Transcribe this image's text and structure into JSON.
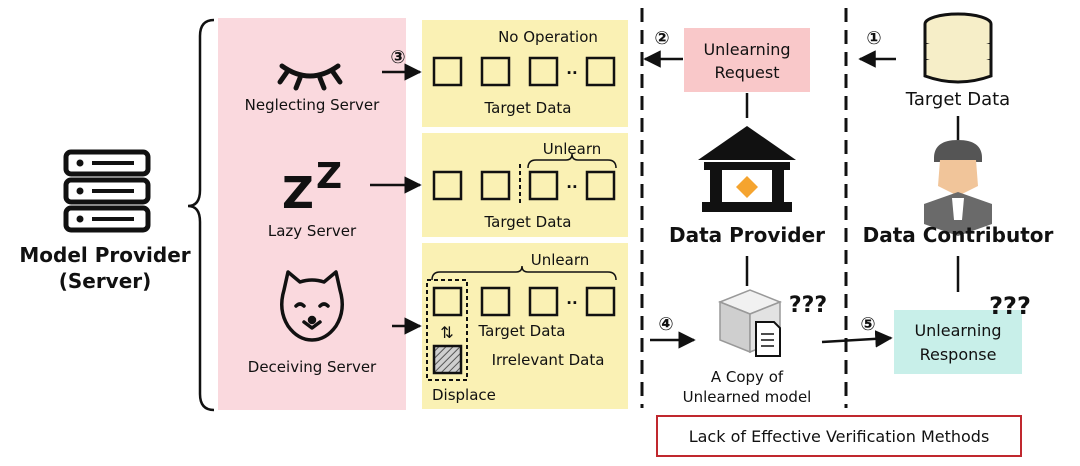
{
  "model_provider": {
    "line1": "Model Provider",
    "line2": "(Server)",
    "color": "#ee1c1c"
  },
  "servers": {
    "neglecting": "Neglecting Server",
    "lazy": "Lazy Server",
    "deceiving": "Deceiving Server"
  },
  "panels": {
    "neglect": {
      "caption": "No Operation",
      "label": "Target Data"
    },
    "lazy": {
      "caption": "Unlearn",
      "label": "Target Data"
    },
    "deceive": {
      "caption": "Unlearn",
      "label": "Target Data",
      "irrelevant": "Irrelevant Data",
      "displace": "Displace",
      "swap_glyph": "⇅"
    }
  },
  "dots": "··",
  "steps": {
    "s1": "①",
    "s2": "②",
    "s3": "③",
    "s4": "④",
    "s5": "⑤"
  },
  "request": {
    "line1": "Unlearning",
    "line2": "Request"
  },
  "data_provider": {
    "label": "Data Provider",
    "color": "#5b4bb8"
  },
  "data_contributor": {
    "label": "Data Contributor",
    "color": "#7a5f10"
  },
  "target_data": "Target Data",
  "copy": {
    "line1": "A Copy of",
    "line2": "Unlearned model",
    "question": "???"
  },
  "response": {
    "line1": "Unlearning",
    "line2": "Response",
    "question": "???"
  },
  "footer": {
    "text": "Lack of Effective Verification Methods",
    "border": "#c0282e"
  },
  "colors": {
    "pink": "#fad9de",
    "yellow": "#faf1b4",
    "request_box": "#f9c8c9",
    "response_box": "#c8efe9",
    "diamond": "#f5a42f"
  }
}
